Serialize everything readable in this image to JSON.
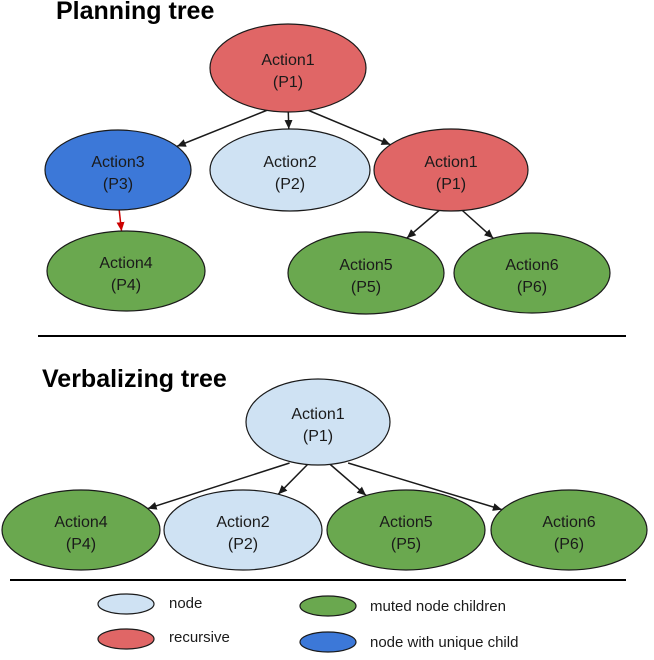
{
  "planning": {
    "title": "Planning tree",
    "nodes": [
      {
        "id": "p-root",
        "kind": "recursive",
        "line1": "Action1",
        "line2": "(P1)"
      },
      {
        "id": "p-a3",
        "kind": "unique",
        "line1": "Action3",
        "line2": "(P3)"
      },
      {
        "id": "p-a2",
        "kind": "node",
        "line1": "Action2",
        "line2": "(P2)"
      },
      {
        "id": "p-a1b",
        "kind": "recursive",
        "line1": "Action1",
        "line2": "(P1)"
      },
      {
        "id": "p-a4",
        "kind": "muted",
        "line1": "Action4",
        "line2": "(P4)"
      },
      {
        "id": "p-a5",
        "kind": "muted",
        "line1": "Action5",
        "line2": "(P5)"
      },
      {
        "id": "p-a6",
        "kind": "muted",
        "line1": "Action6",
        "line2": "(P6)"
      }
    ]
  },
  "verbalizing": {
    "title": "Verbalizing tree",
    "nodes": [
      {
        "id": "v-root",
        "kind": "node",
        "line1": "Action1",
        "line2": "(P1)"
      },
      {
        "id": "v-a4",
        "kind": "muted",
        "line1": "Action4",
        "line2": "(P4)"
      },
      {
        "id": "v-a2",
        "kind": "node",
        "line1": "Action2",
        "line2": "(P2)"
      },
      {
        "id": "v-a5",
        "kind": "muted",
        "line1": "Action5",
        "line2": "(P5)"
      },
      {
        "id": "v-a6",
        "kind": "muted",
        "line1": "Action6",
        "line2": "(P6)"
      }
    ]
  },
  "legend": [
    {
      "kind": "node",
      "label": "node"
    },
    {
      "kind": "muted",
      "label": "muted node children"
    },
    {
      "kind": "recursive",
      "label": "recursive"
    },
    {
      "kind": "unique",
      "label": "node with unique child"
    }
  ],
  "colors": {
    "node": "#cfe2f3",
    "recursive": "#e06666",
    "muted": "#6aa84f",
    "unique": "#3c78d8",
    "outline": "#1a1a1a",
    "unique_edge": "#cc0000"
  }
}
